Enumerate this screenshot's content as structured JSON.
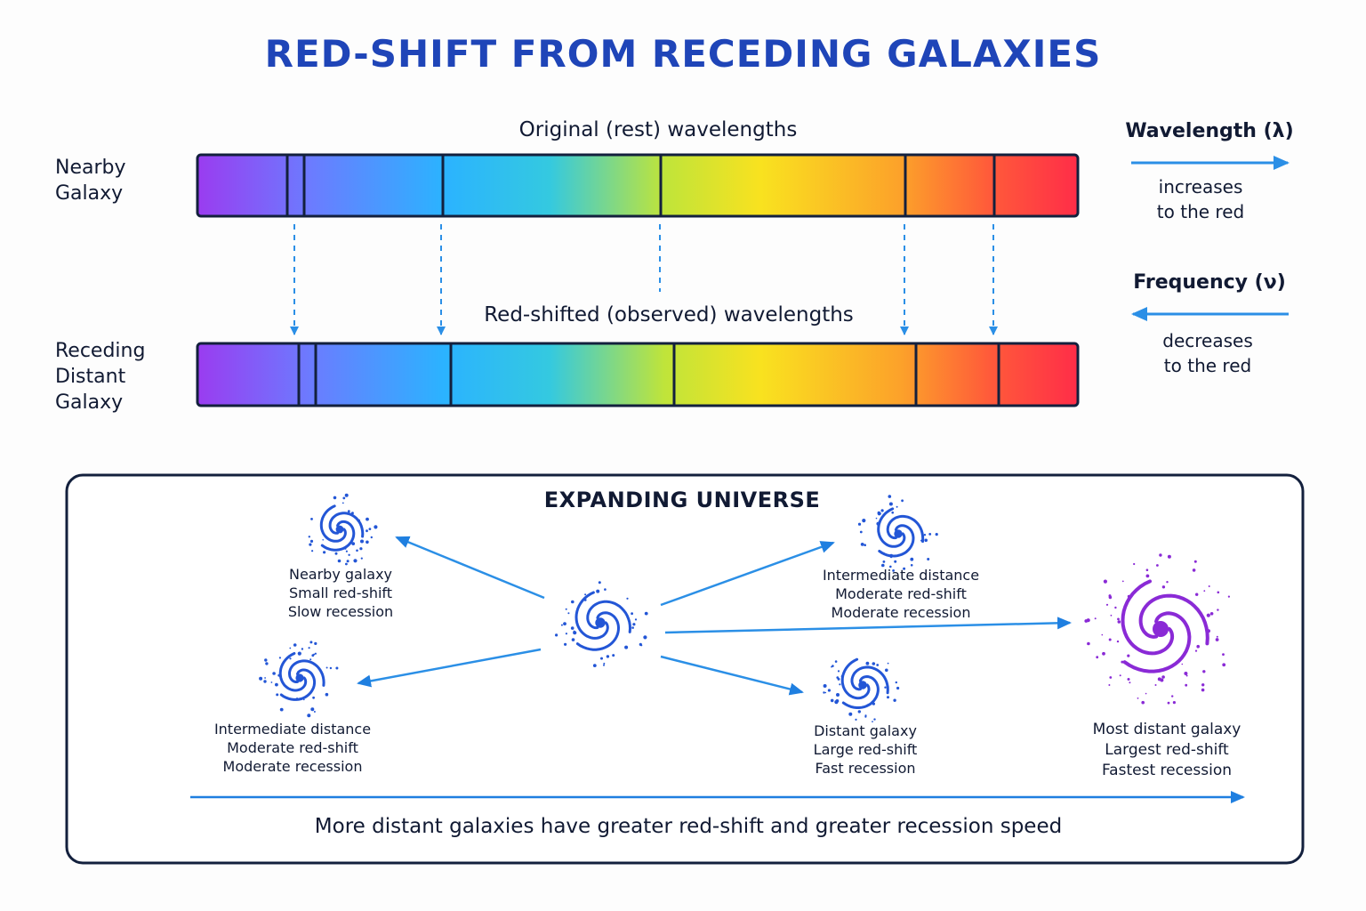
{
  "title": "RED-SHIFT FROM RECEDING GALAXIES",
  "spectra": {
    "rest_caption": "Original (rest) wavelengths",
    "observed_caption": "Red-shifted (observed) wavelengths",
    "nearby_label": [
      "Nearby",
      "Galaxy"
    ],
    "distant_label": [
      "Receding",
      "Distant",
      "Galaxy"
    ]
  },
  "legend": {
    "wavelength_title": "Wavelength (λ)",
    "wavelength_note": [
      "increases",
      "to the red"
    ],
    "frequency_title": "Frequency (ν)",
    "frequency_note": [
      "decreases",
      "to the red"
    ],
    "arrow_color": "#2b8fe6"
  },
  "universe": {
    "title": "EXPANDING UNIVERSE",
    "galaxies": {
      "nearby": [
        "Nearby  galaxy",
        "Small red-shift",
        "Slow recession"
      ],
      "intermediate_left": [
        "Intermediate distance",
        "Moderate red-shift",
        "Moderate recession"
      ],
      "intermediate_right": [
        "Intermediate distance",
        "Moderate red-shift",
        "Moderate recession"
      ],
      "distant": [
        "Distant galaxy",
        "Large red-shift",
        "Fast recession"
      ],
      "most_distant": [
        "Most distant galaxy",
        "Largest red-shift",
        "Fastest recession"
      ]
    },
    "footer": "More distant galaxies have greater red-shift and greater recession speed",
    "galaxy_color": "#2356d6",
    "far_galaxy_color": "#8a2ad6"
  },
  "colors": {
    "title": "#1f45b8",
    "spectrum": [
      "#9a3cf0",
      "#6b7cff",
      "#2bb3ff",
      "#34c9e0",
      "#bfe43a",
      "#f9e21f",
      "#fca12a",
      "#ff5a3a",
      "#ff2d48"
    ]
  }
}
